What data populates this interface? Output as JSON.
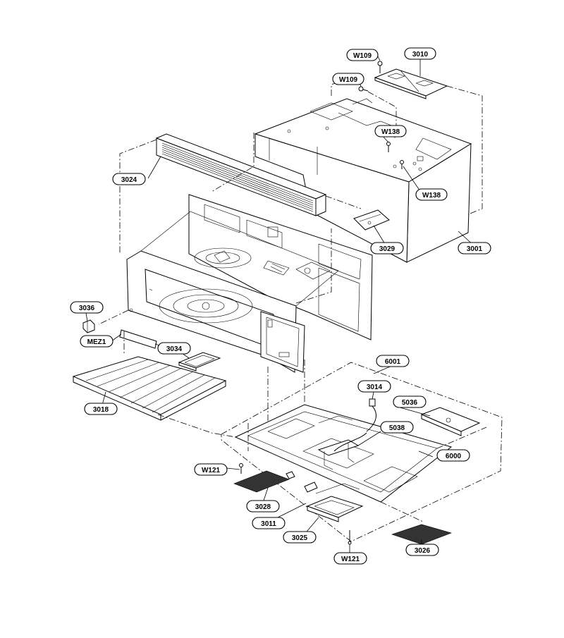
{
  "diagram": {
    "callouts": {
      "w109_top": "W109",
      "c3010": "3010",
      "w109_mid": "W109",
      "w138_top": "W138",
      "w138_bot": "W138",
      "c3024": "3024",
      "c3029": "3029",
      "c3001": "3001",
      "c3036": "3036",
      "mez1": "MEZ1",
      "c3034": "3034",
      "c3018": "3018",
      "c6001": "6001",
      "c3014": "3014",
      "c5036": "5036",
      "c5038": "5038",
      "c6000": "6000",
      "w121_left": "W121",
      "c3028": "3028",
      "c3011": "3011",
      "c3025": "3025",
      "w121_bot": "W121",
      "c3026": "3026"
    }
  }
}
